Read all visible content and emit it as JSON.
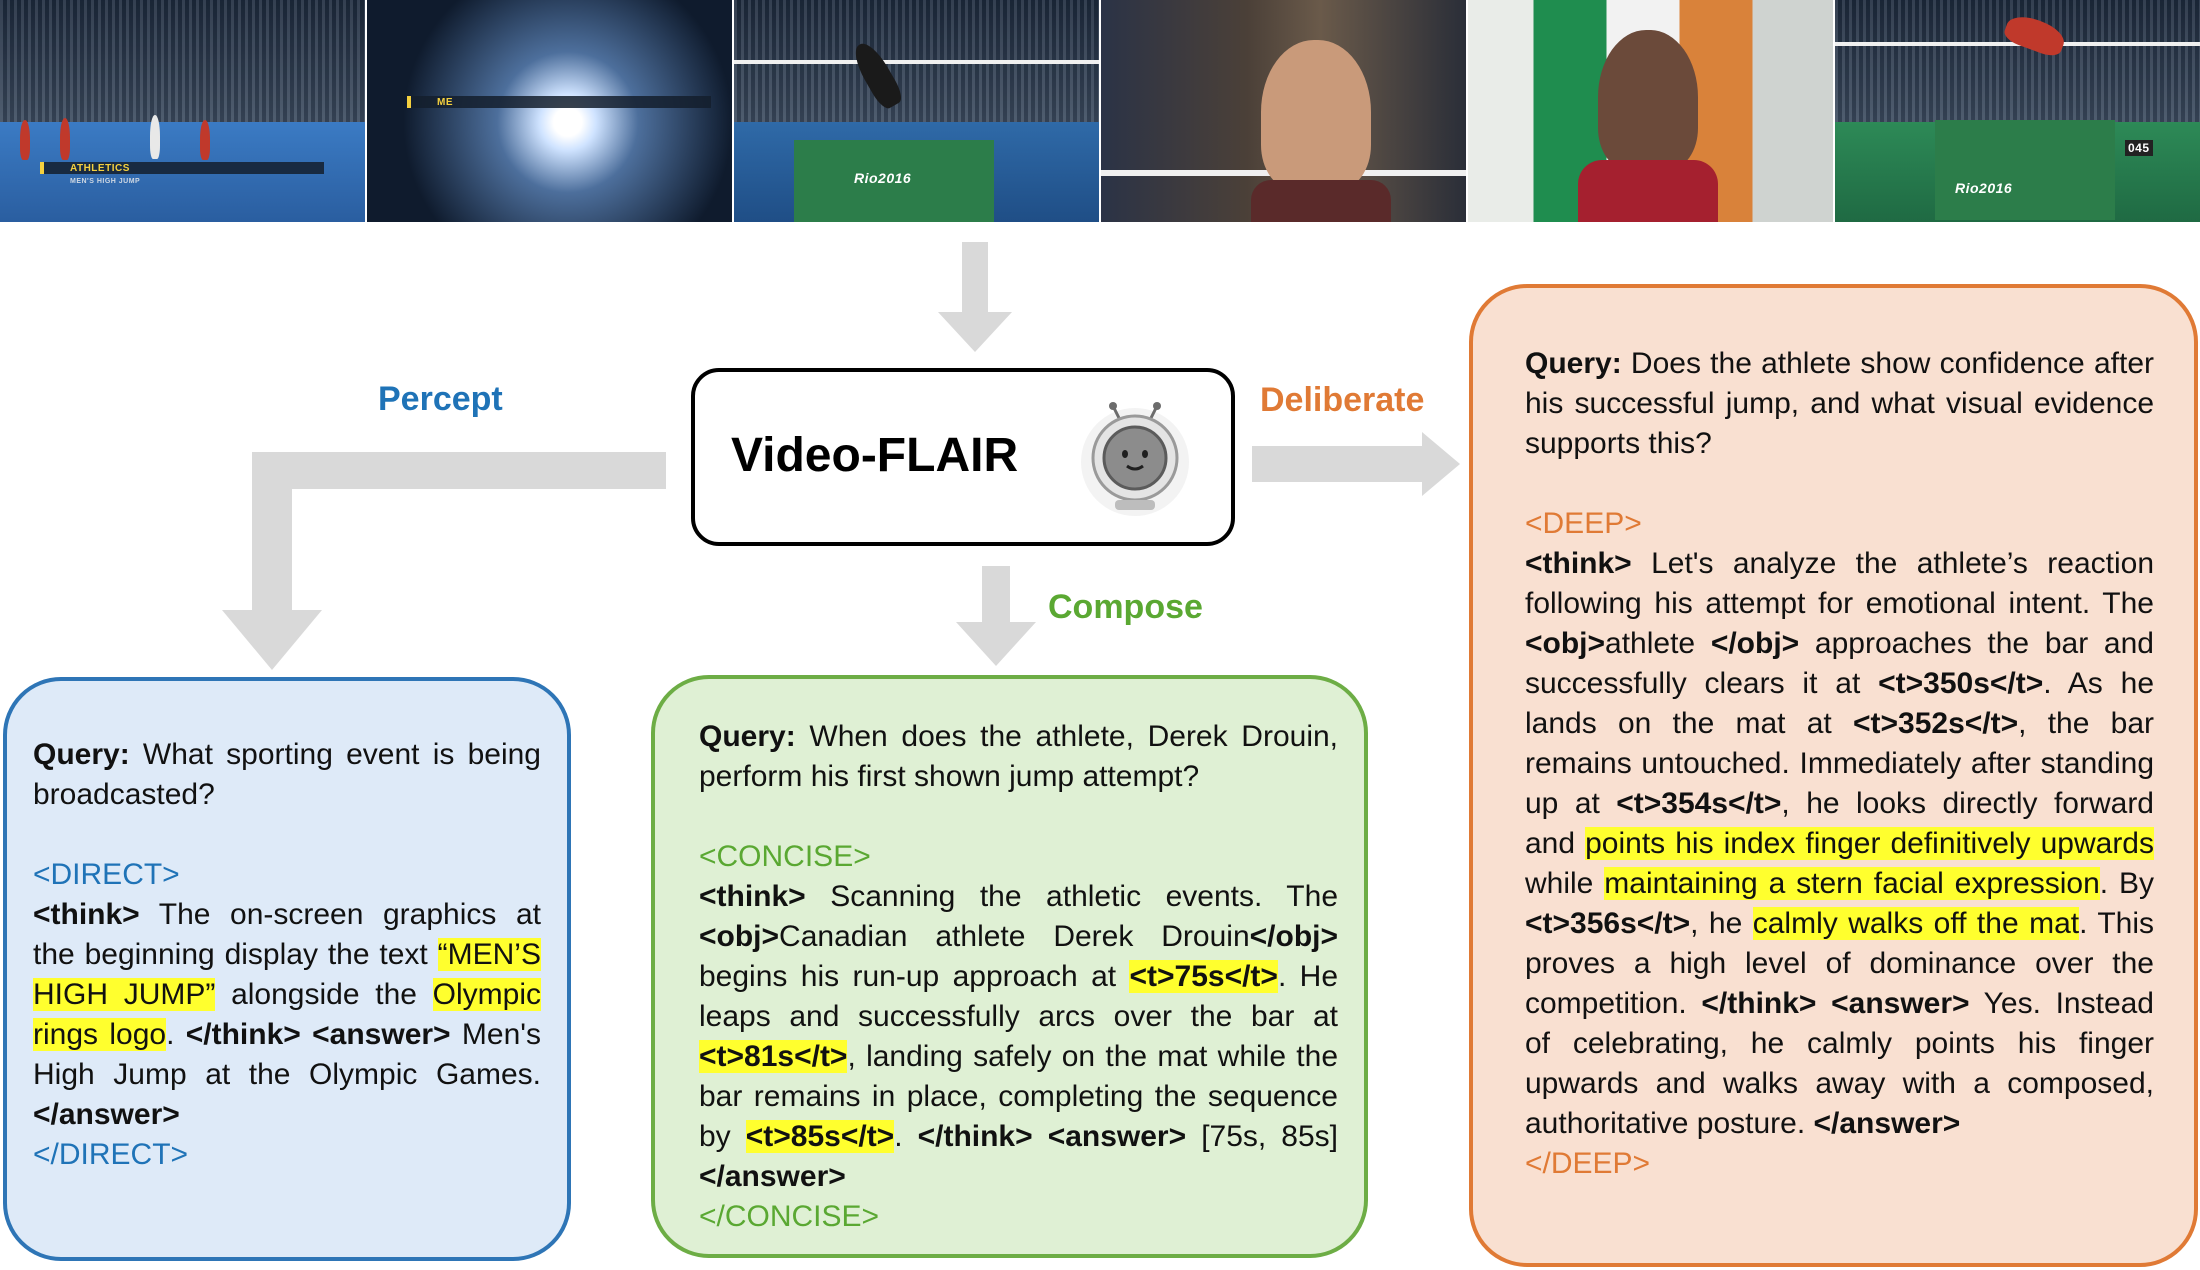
{
  "model": {
    "name": "Video-FLAIR",
    "mascot_icon": "robot-astronaut-icon"
  },
  "frames": [
    "frame-1",
    "frame-2",
    "frame-3",
    "frame-4",
    "frame-5",
    "frame-6"
  ],
  "frame_graphics": {
    "frame1_caption": "ATHLETICS",
    "frame1_subcaption": "MEN'S HIGH JUMP",
    "frame2_caption": "ME",
    "frame3_logo": "Rio2016",
    "frame6_logo": "Rio2016",
    "frame6_counter": "045"
  },
  "branches": {
    "percept": "Percept",
    "compose": "Compose",
    "deliberate": "Deliberate"
  },
  "colors": {
    "percept": "#1f73b7",
    "compose": "#5aa832",
    "deliberate": "#e07a35",
    "highlight": "#ffff2e"
  },
  "direct": {
    "query_label": "Query:",
    "query_text": " What sporting event is being broadcasted?",
    "open_tag": "<DIRECT>",
    "think_open": "<think>",
    "t1": " The on-screen graphics at the beginning display the text ",
    "h1": "“MEN’S HIGH JUMP”",
    "t2": " alongside the ",
    "h2": "Olympic rings logo",
    "t3": ". ",
    "think_close": "</think>",
    "answer_open": "<answer>",
    "answer_text": " Men's High Jump at the Olympic Games. ",
    "answer_close": "</answer>",
    "close_tag": "</DIRECT>"
  },
  "concise": {
    "query_label": "Query:",
    "query_text": " When does the athlete, Derek Drouin, perform his first shown jump attempt?",
    "open_tag": "<CONCISE>",
    "think_open": "<think>",
    "t1": " Scanning the athletic events. The ",
    "obj_open": "<obj>",
    "obj_text": "Canadian athlete Derek Drouin",
    "obj_close": "</obj>",
    "t2": " begins his run-up approach at ",
    "h1": "<t>75s</t>",
    "t3": ". He leaps and successfully arcs over the bar at ",
    "h2": "<t>81s</t>",
    "t4": ", landing safely on the mat while the bar remains in place, completing the sequence by ",
    "h3": "<t>85s</t>",
    "t5": ". ",
    "think_close": "</think>",
    "answer_open": "<answer>",
    "answer_text": " [75s, 85s] ",
    "answer_close": "</answer>",
    "close_tag": "</CONCISE>"
  },
  "deep": {
    "query_label": "Query:",
    "query_text": " Does the athlete show confidence after his successful jump, and what visual evidence supports this?",
    "open_tag": "<DEEP>",
    "think_open": "<think>",
    "t1": " Let's analyze the athlete’s reaction following his attempt for emotional intent. The ",
    "obj_open": "<obj>",
    "obj_text": "athlete ",
    "obj_close": "</obj>",
    "t2": " approaches the bar and successfully clears it at ",
    "ts1": "<t>350s</t>",
    "t3": ". As he lands on the mat at ",
    "ts2": "<t>352s</t>",
    "t4": ", the bar remains untouched. Immediately after standing up at ",
    "ts3": "<t>354s</t>",
    "t5": ", he looks directly forward and ",
    "h1": "points his index finger definitively upwards",
    "t6": " while ",
    "h2": "maintaining a stern facial expression",
    "t7": ". By ",
    "ts4": "<t>356s</t>",
    "t8": ", he ",
    "h3": "calmly walks off the mat",
    "t9": ". This proves a high level of dominance over the competition. ",
    "think_close": "</think>",
    "answer_open": "<answer>",
    "answer_text": " Yes. Instead of celebrating, he calmly points his finger upwards and walks away with a composed, authoritative posture. ",
    "answer_close": "</answer>",
    "close_tag": "</DEEP>"
  }
}
